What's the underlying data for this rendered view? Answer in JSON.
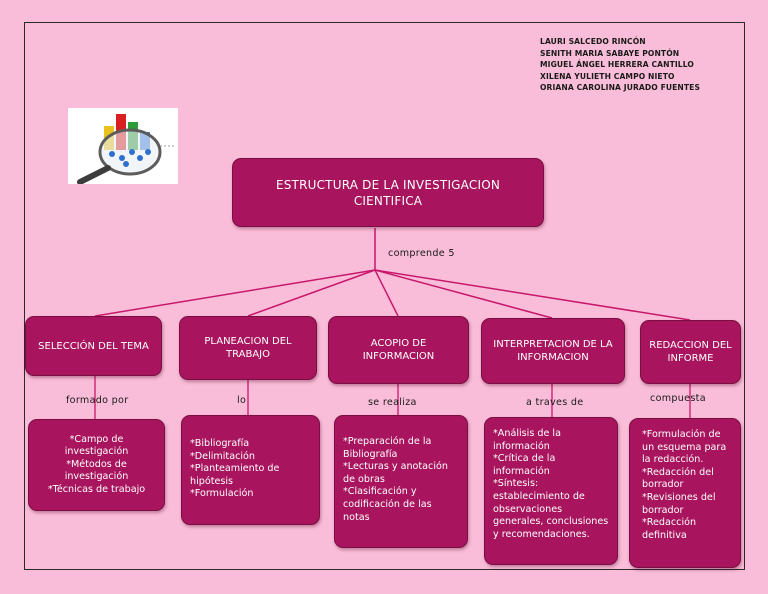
{
  "authors": [
    "LAURI SALCEDO RINCÓN",
    "SENITH MARIA SABAYE PONTÓN",
    "MIGUEL ÁNGEL HERRERA CANTILLO",
    " XILENA YULIETH CAMPO NIETO",
    "ORIANA CAROLINA JURADO FUENTES"
  ],
  "logo_icon": "magnifying-glass-bar-chart-icon",
  "main_title": "ESTRUCTURA DE LA INVESTIGACION CIENTIFICA",
  "main_connector": "comprende 5",
  "colors": {
    "background": "#f9bdd9",
    "box": "#a8155e",
    "line": "#c8176a"
  },
  "categories": [
    {
      "title": "SELECCIÓN DEL TEMA",
      "connector": "formado por",
      "details": "*Campo de investigación\n*Métodos de investigación\n*Técnicas de trabajo"
    },
    {
      "title": "PLANEACION DEL TRABAJO",
      "connector": "lo",
      "details": "*Bibliografía\n*Delimitación\n*Planteamiento de hipótesis\n*Formulación"
    },
    {
      "title": "ACOPIO DE INFORMACION",
      "connector": "se realiza",
      "details": "*Preparación de la Bibliografía\n*Lecturas y anotación de obras\n*Clasificación y codificación de las notas"
    },
    {
      "title": "INTERPRETACION DE LA INFORMACION",
      "connector": "a traves de",
      "details": "*Análisis de la información\n*Crítica de la información\n*Síntesis: establecimiento de observaciones generales, conclusiones y recomendaciones."
    },
    {
      "title": "REDACCION DEL INFORME",
      "connector": "compuesta",
      "details": "*Formulación de un esquema para la redacción.\n*Redacción del borrador\n*Revisiones del borrador\n*Redacción definitiva"
    }
  ]
}
